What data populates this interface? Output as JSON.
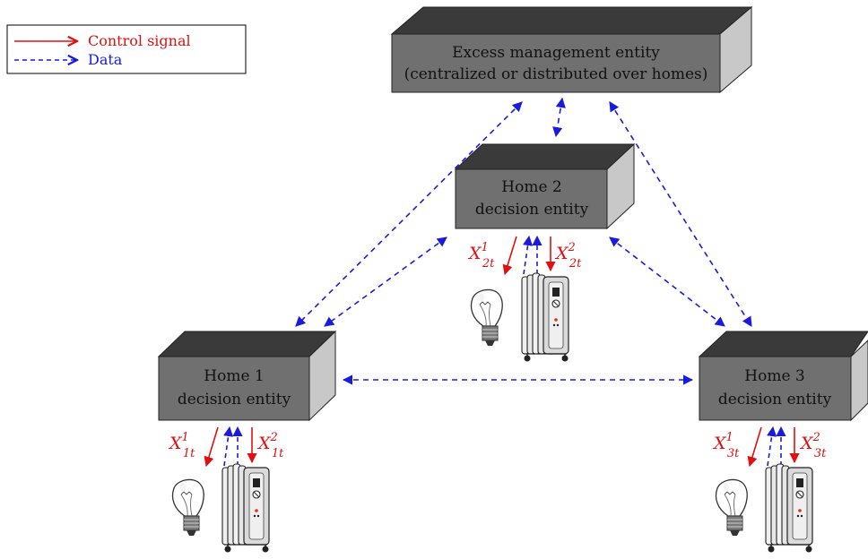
{
  "legend": {
    "control_label": "Control signal",
    "data_label": "Data"
  },
  "excess_box": {
    "line1": "Excess management entity",
    "line2": "(centralized or distributed over homes)"
  },
  "homes": [
    {
      "line1": "Home 1",
      "line2": "decision entity",
      "sub1": "1t",
      "sub2": "1t"
    },
    {
      "line1": "Home 2",
      "line2": "decision entity",
      "sub1": "2t",
      "sub2": "2t"
    },
    {
      "line1": "Home 3",
      "line2": "decision entity",
      "sub1": "3t",
      "sub2": "3t"
    }
  ],
  "variables": {
    "symbol": "X",
    "sup1": "1",
    "sup2": "2"
  },
  "icons": {
    "bulb": "light-bulb-icon",
    "heater": "oil-radiator-heater-icon"
  },
  "colors": {
    "control": "#e01010",
    "data": "#1a1adc",
    "box_front": "#707070",
    "box_top": "#3a3a3a",
    "box_side": "#c8c8c8"
  }
}
